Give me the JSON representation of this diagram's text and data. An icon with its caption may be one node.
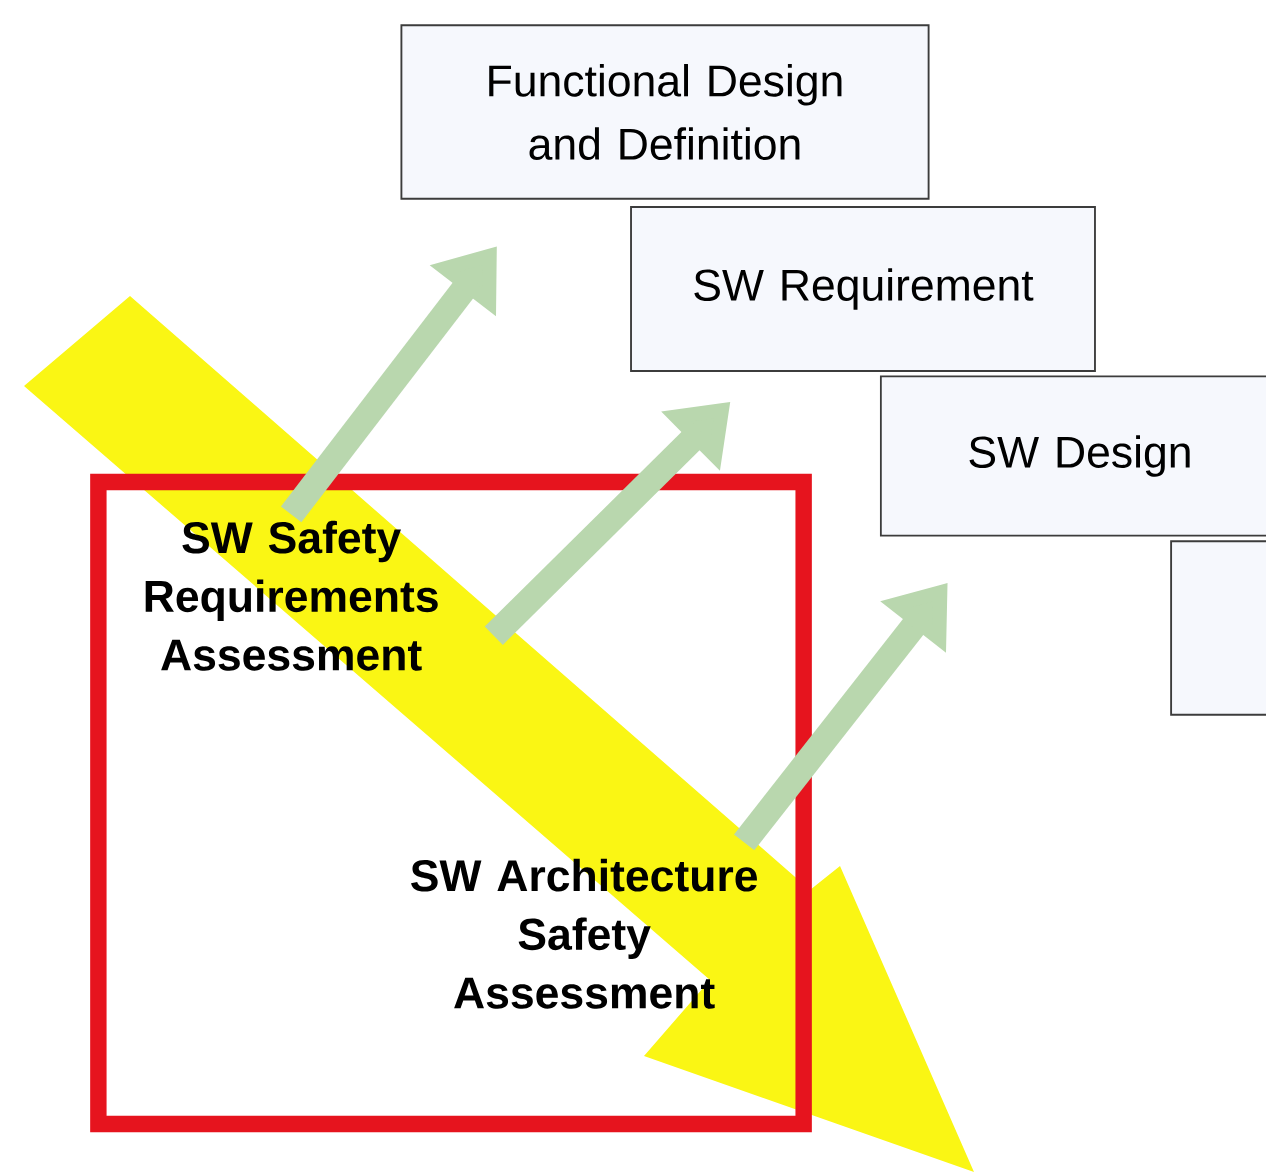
{
  "diagram": {
    "nodes": [
      {
        "text": [
          "Functional Design and Definition"
        ]
      },
      {
        "text": [
          "SW Requirement"
        ]
      },
      {
        "text": [
          "SW Design"
        ]
      },
      {
        "text": [],
        "shape": "box"
      },
      {
        "text": [],
        "shape": "box"
      },
      {
        "text": [
          "SW Safety Requirements Assessment"
        ],
        "in": 4
      },
      {
        "text": [
          "SW Architecture Safety Assessment"
        ],
        "in": 4
      }
    ],
    "edges": [
      {
        "from": 5,
        "to": 0,
        "arrow": "to"
      },
      {
        "from": 5,
        "to": 1,
        "arrow": "to"
      },
      {
        "from": 6,
        "to": 2,
        "arrow": "to"
      }
    ]
  }
}
